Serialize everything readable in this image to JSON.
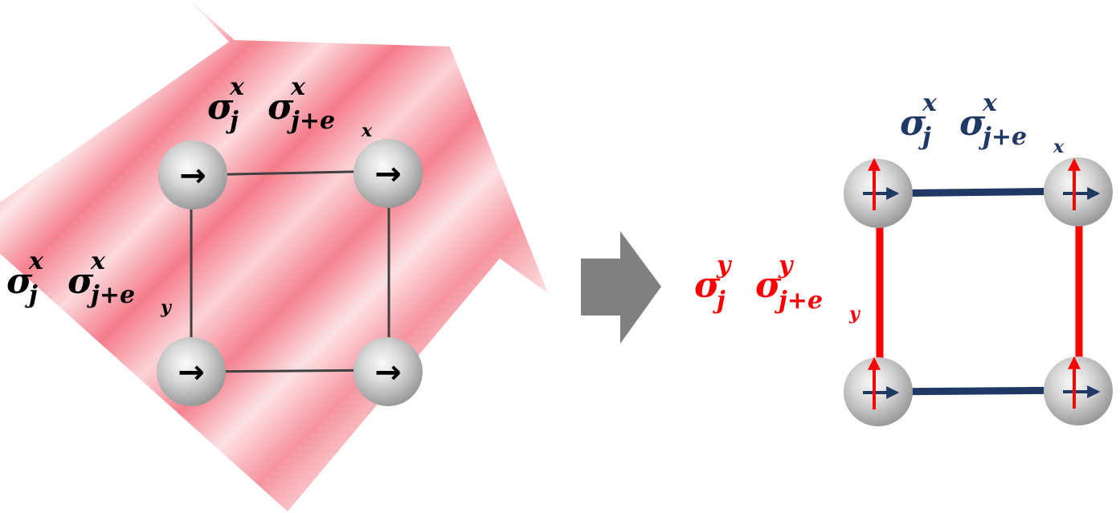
{
  "left_panel": {
    "horizontal_label": {
      "op1_base": "σ",
      "op1_sup": "x",
      "op1_sub": "j",
      "op2_base": "σ",
      "op2_sup": "x",
      "op2_sub": "j+e",
      "op2_subsub": "x"
    },
    "vertical_label": {
      "op1_base": "σ",
      "op1_sup": "x",
      "op1_sub": "j",
      "op2_base": "σ",
      "op2_sup": "x",
      "op2_sub": "j+e",
      "op2_subsub": "y"
    },
    "spin_glyph": "→"
  },
  "right_panel": {
    "horizontal_label": {
      "op1_base": "σ",
      "op1_sup": "x",
      "op1_sub": "j",
      "op2_base": "σ",
      "op2_sup": "x",
      "op2_sub": "j+e",
      "op2_subsub": "x"
    },
    "vertical_label": {
      "op1_base": "σ",
      "op1_sup": "y",
      "op1_sub": "j",
      "op2_base": "σ",
      "op2_sup": "y",
      "op2_sub": "j+e",
      "op2_subsub": "y"
    }
  },
  "colors": {
    "pulse_pink": "#f26b7a",
    "transition_arrow": "#808080",
    "x_coupling": "#1f3864",
    "y_coupling": "#ff0000",
    "left_label": "#000000",
    "spin_sphere": "#b7b7b7"
  }
}
